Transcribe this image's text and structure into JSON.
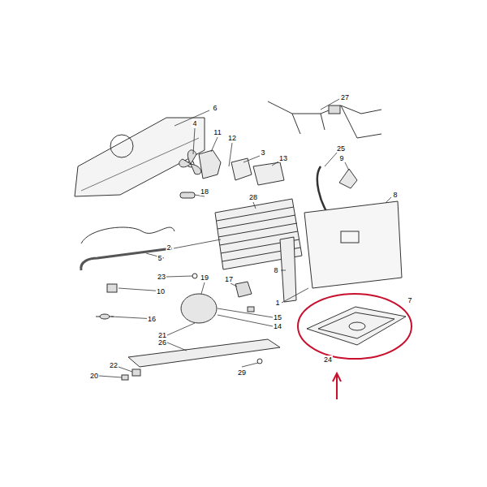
{
  "diagram": {
    "labels": [
      "6",
      "4",
      "11",
      "12",
      "3",
      "13",
      "27",
      "25",
      "9",
      "18",
      "28",
      "8",
      "2",
      "5",
      "8",
      "1",
      "23",
      "10",
      "19",
      "17",
      "15",
      "14",
      "16",
      "7",
      "24",
      "21",
      "26",
      "22",
      "20",
      "29"
    ]
  }
}
